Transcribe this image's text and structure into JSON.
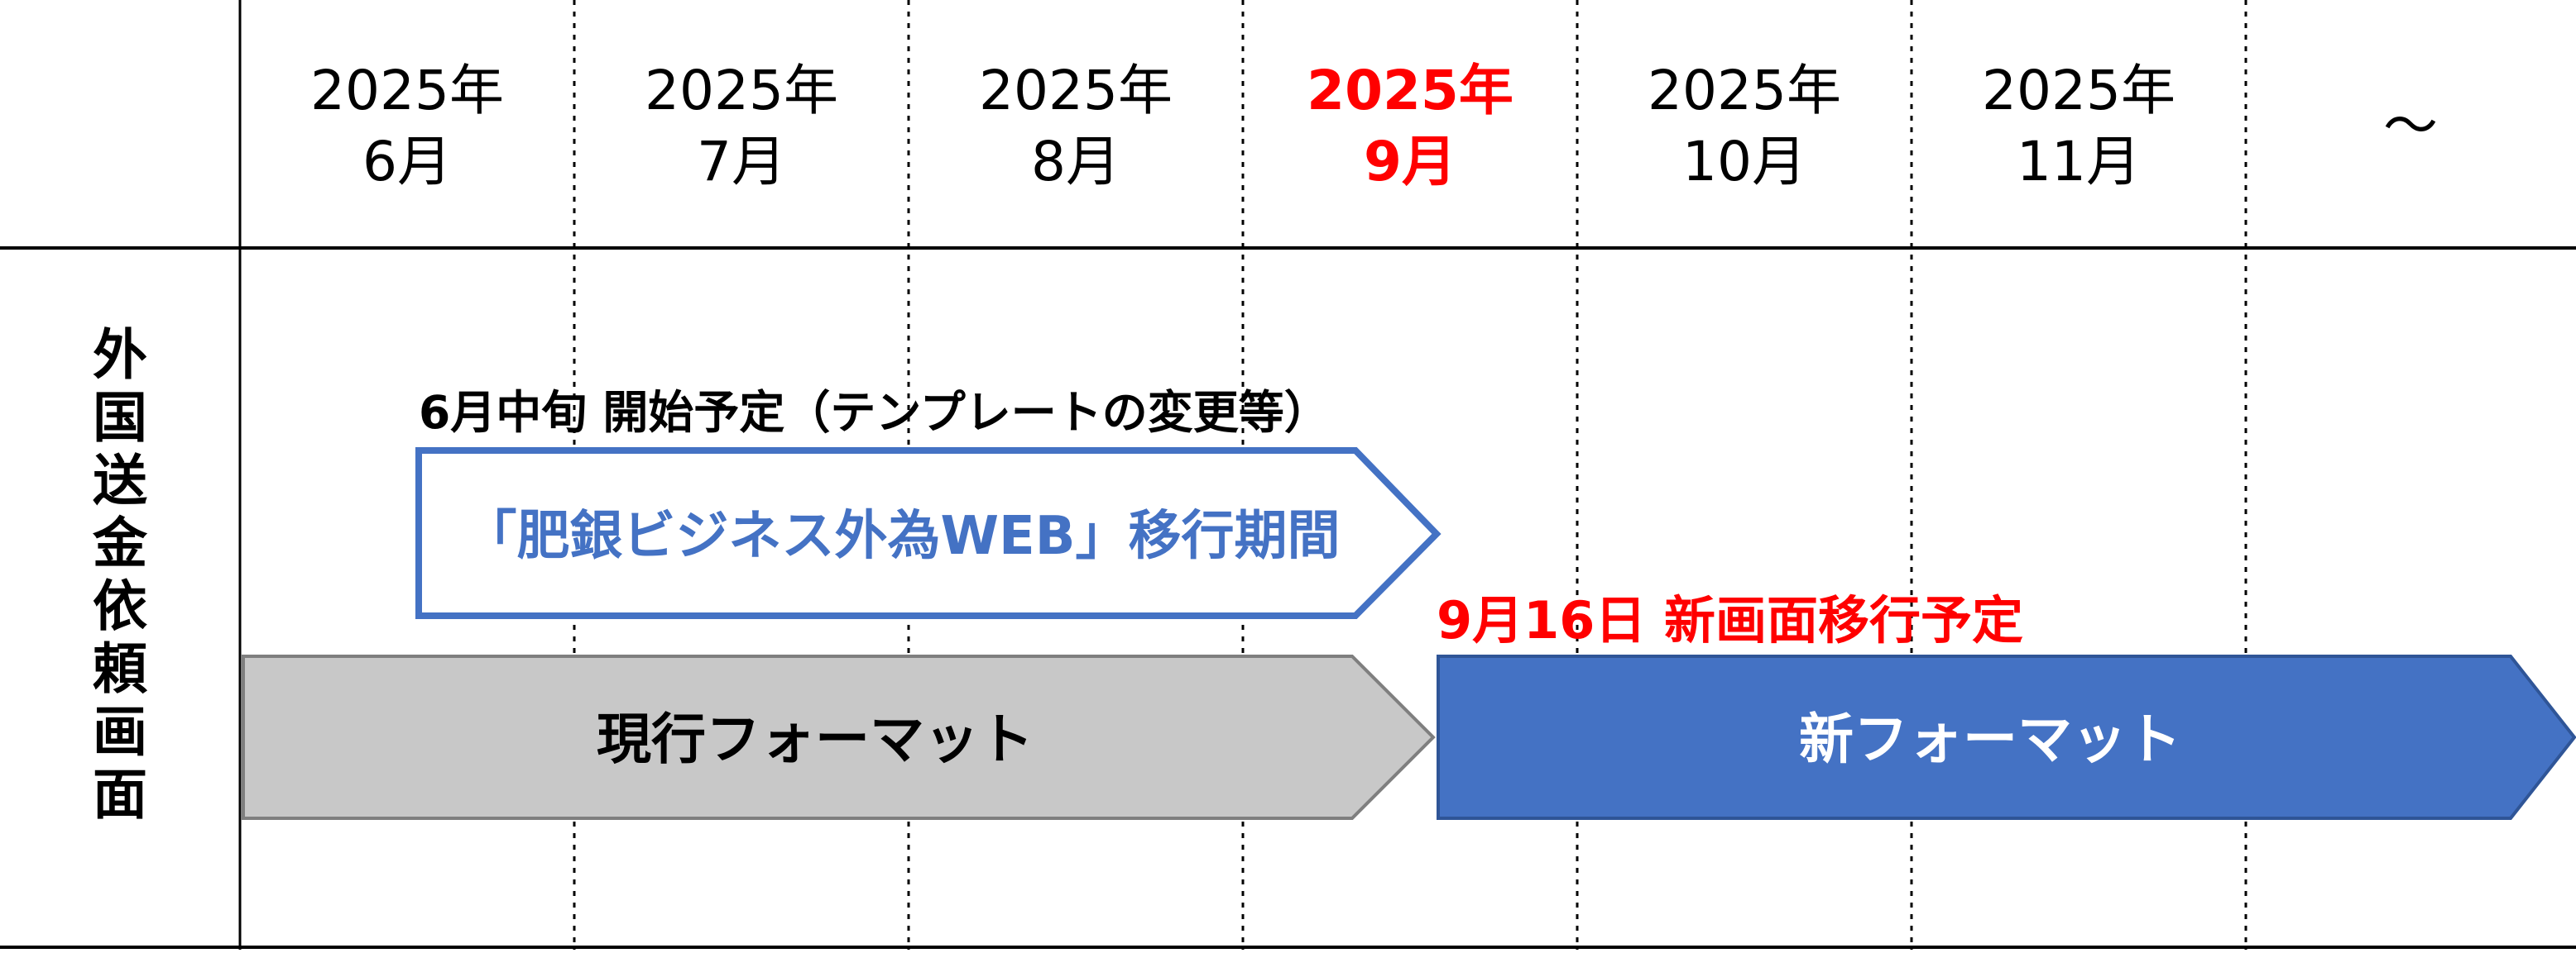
{
  "header": {
    "months": [
      {
        "year": "2025年",
        "month": "6月",
        "highlight": false
      },
      {
        "year": "2025年",
        "month": "7月",
        "highlight": false
      },
      {
        "year": "2025年",
        "month": "8月",
        "highlight": false
      },
      {
        "year": "2025年",
        "month": "9月",
        "highlight": true
      },
      {
        "year": "2025年",
        "month": "10月",
        "highlight": false
      },
      {
        "year": "2025年",
        "month": "11月",
        "highlight": false
      }
    ],
    "continuation": "～"
  },
  "row_label": "外国送金依頼画面",
  "transition": {
    "note": "6月中旬 開始予定（テンプレートの変更等）",
    "label": "「肥銀ビジネス外為WEB」移行期間"
  },
  "current_format": {
    "label": "現行フォーマット"
  },
  "new_format": {
    "note": "9月16日 新画面移行予定",
    "label": "新フォーマット"
  },
  "colors": {
    "highlight_red": "#ff0000",
    "outline_blue": "#4472c4",
    "text_blue": "#4472c4",
    "new_fill_blue": "#4472c4",
    "current_fill_gray": "#c8c8c8",
    "current_stroke_gray": "#7f7f7f",
    "grid_black": "#000000"
  }
}
